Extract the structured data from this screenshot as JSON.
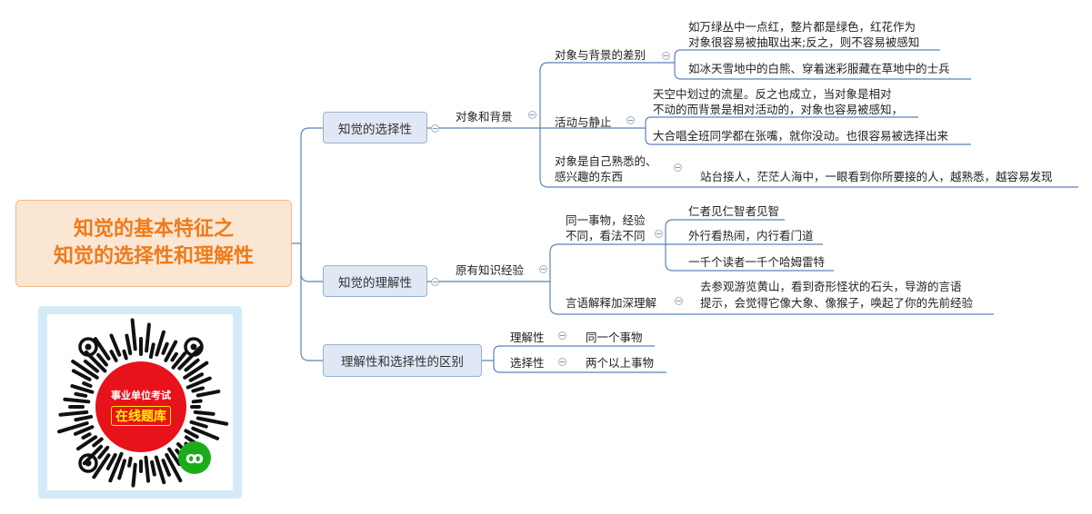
{
  "title": {
    "line1": "知觉的基本特征之",
    "line2": "知觉的选择性和理解性"
  },
  "branches": {
    "selectivity": {
      "label": "知觉的选择性",
      "sub": "对象和背景",
      "children": {
        "difference": {
          "label": "对象与背景的差别",
          "examples": [
            [
              "如万绿丛中一点红，整片都是绿色，红花作为",
              "对象很容易被抽取出来;反之，则不容易被感知"
            ],
            [
              "如冰天雪地中的白熊、穿着迷彩服藏在草地中的士兵"
            ]
          ]
        },
        "motion": {
          "label": "活动与静止",
          "examples": [
            [
              "天空中划过的流星。反之也成立，当对象是相对",
              "不动的而背景是相对活动的，对象也容易被感知，"
            ],
            [
              "大合唱全班同学都在张嘴，就你没动。也很容易被选择出来"
            ]
          ]
        },
        "familiar": {
          "label_lines": [
            "对象是自己熟悉的、",
            "感兴趣的东西"
          ],
          "examples": [
            [
              "站台接人，茫茫人海中，一眼看到你所要接的人，越熟悉，越容易发现"
            ]
          ]
        }
      }
    },
    "understanding": {
      "label": "知觉的理解性",
      "sub": "原有知识经验",
      "children": {
        "different_views": {
          "label_lines": [
            "同一事物，经验",
            "不同，看法不同"
          ],
          "examples": [
            "仁者见仁智者见智",
            "外行看热闹，内行看门道",
            "一千个读者一千个哈姆雷特"
          ]
        },
        "language": {
          "label": "言语解释加深理解",
          "examples": [
            [
              "去参观游览黄山，看到奇形怪状的石头，导游的言语",
              "提示，会觉得它像大象、像猴子，唤起了你的先前经验"
            ]
          ]
        }
      }
    },
    "difference": {
      "label": "理解性和选择性的区别",
      "rows": [
        {
          "term": "理解性",
          "desc": "同一个事物"
        },
        {
          "term": "选择性",
          "desc": "两个以上事物"
        }
      ]
    }
  },
  "qr": {
    "line1": "事业单位考试",
    "line2": "在线题库"
  },
  "colors": {
    "root_text": "#ee7b1b",
    "root_bg": "#fbe6d3",
    "node_bg": "#dfe8f4",
    "line": "#5b84b8"
  }
}
